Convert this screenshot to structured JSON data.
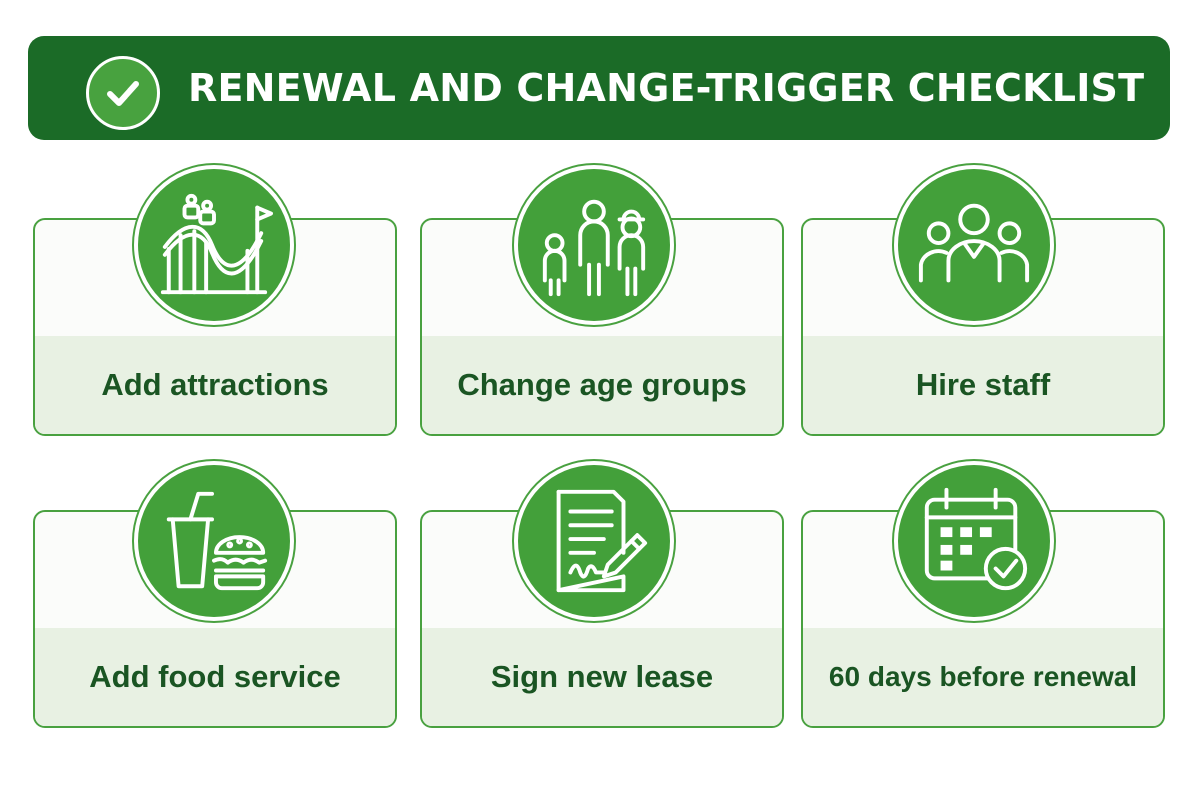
{
  "header": {
    "title": "RENEWAL AND CHANGE-TRIGGER CHECKLIST",
    "icon": "check-circle-icon"
  },
  "colors": {
    "banner": "#1b6b27",
    "accent": "#43a03a",
    "label_text": "#1a5523",
    "card_footer": "#e8f1e3"
  },
  "items": [
    {
      "label": "Add attractions",
      "icon": "roller-coaster-icon"
    },
    {
      "label": "Change age groups",
      "icon": "family-icon"
    },
    {
      "label": "Hire staff",
      "icon": "staff-group-icon"
    },
    {
      "label": "Add food service",
      "icon": "drink-burger-icon"
    },
    {
      "label": "Sign new lease",
      "icon": "document-signature-icon"
    },
    {
      "label": "60 days before renewal",
      "icon": "calendar-check-icon"
    }
  ]
}
